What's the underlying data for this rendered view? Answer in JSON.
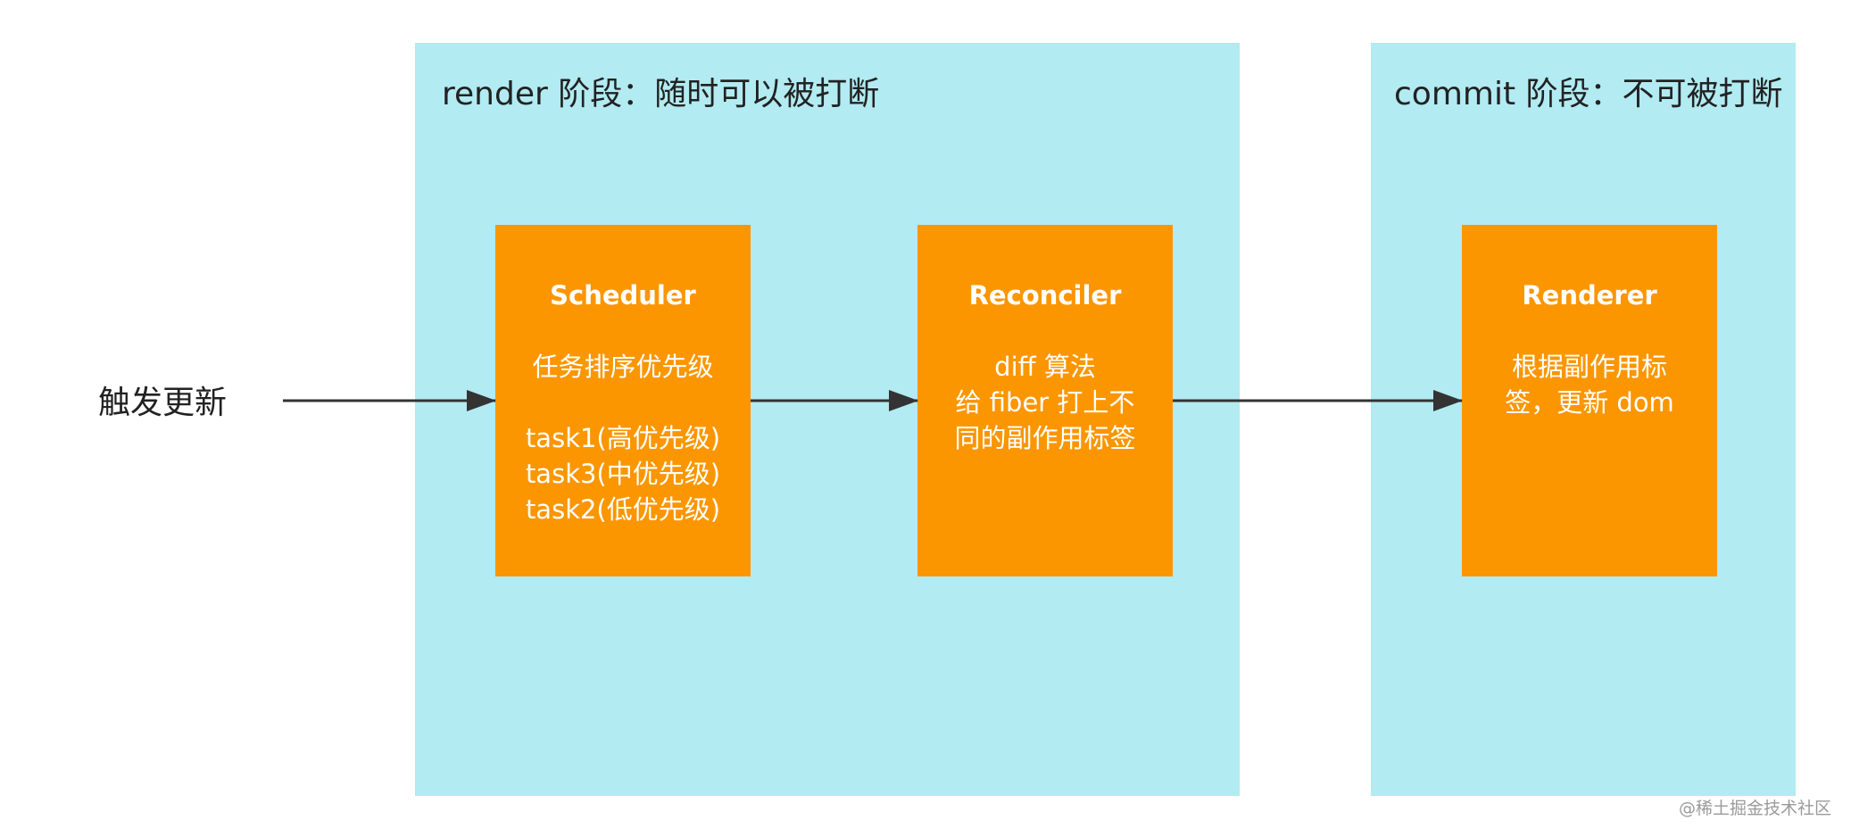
{
  "trigger": {
    "label": "触发更新"
  },
  "phases": {
    "render": {
      "title": "render 阶段：随时可以被打断"
    },
    "commit": {
      "title": "commit 阶段：不可被打断"
    }
  },
  "nodes": {
    "scheduler": {
      "title": "Scheduler",
      "lines": [
        "任务排序优先级",
        "",
        "task1(高优先级)",
        "task3(中优先级)",
        "task2(低优先级)"
      ]
    },
    "reconciler": {
      "title": "Reconciler",
      "lines": [
        "diff 算法",
        "给 fiber 打上不",
        "同的副作用标签"
      ]
    },
    "renderer": {
      "title": "Renderer",
      "lines": [
        "根据副作用标",
        "签，更新 dom"
      ]
    }
  },
  "watermark": "@稀土掘金技术社区",
  "colors": {
    "phase_background": "#b2ebf2",
    "node_background": "#fb9600",
    "arrow": "#333333"
  }
}
